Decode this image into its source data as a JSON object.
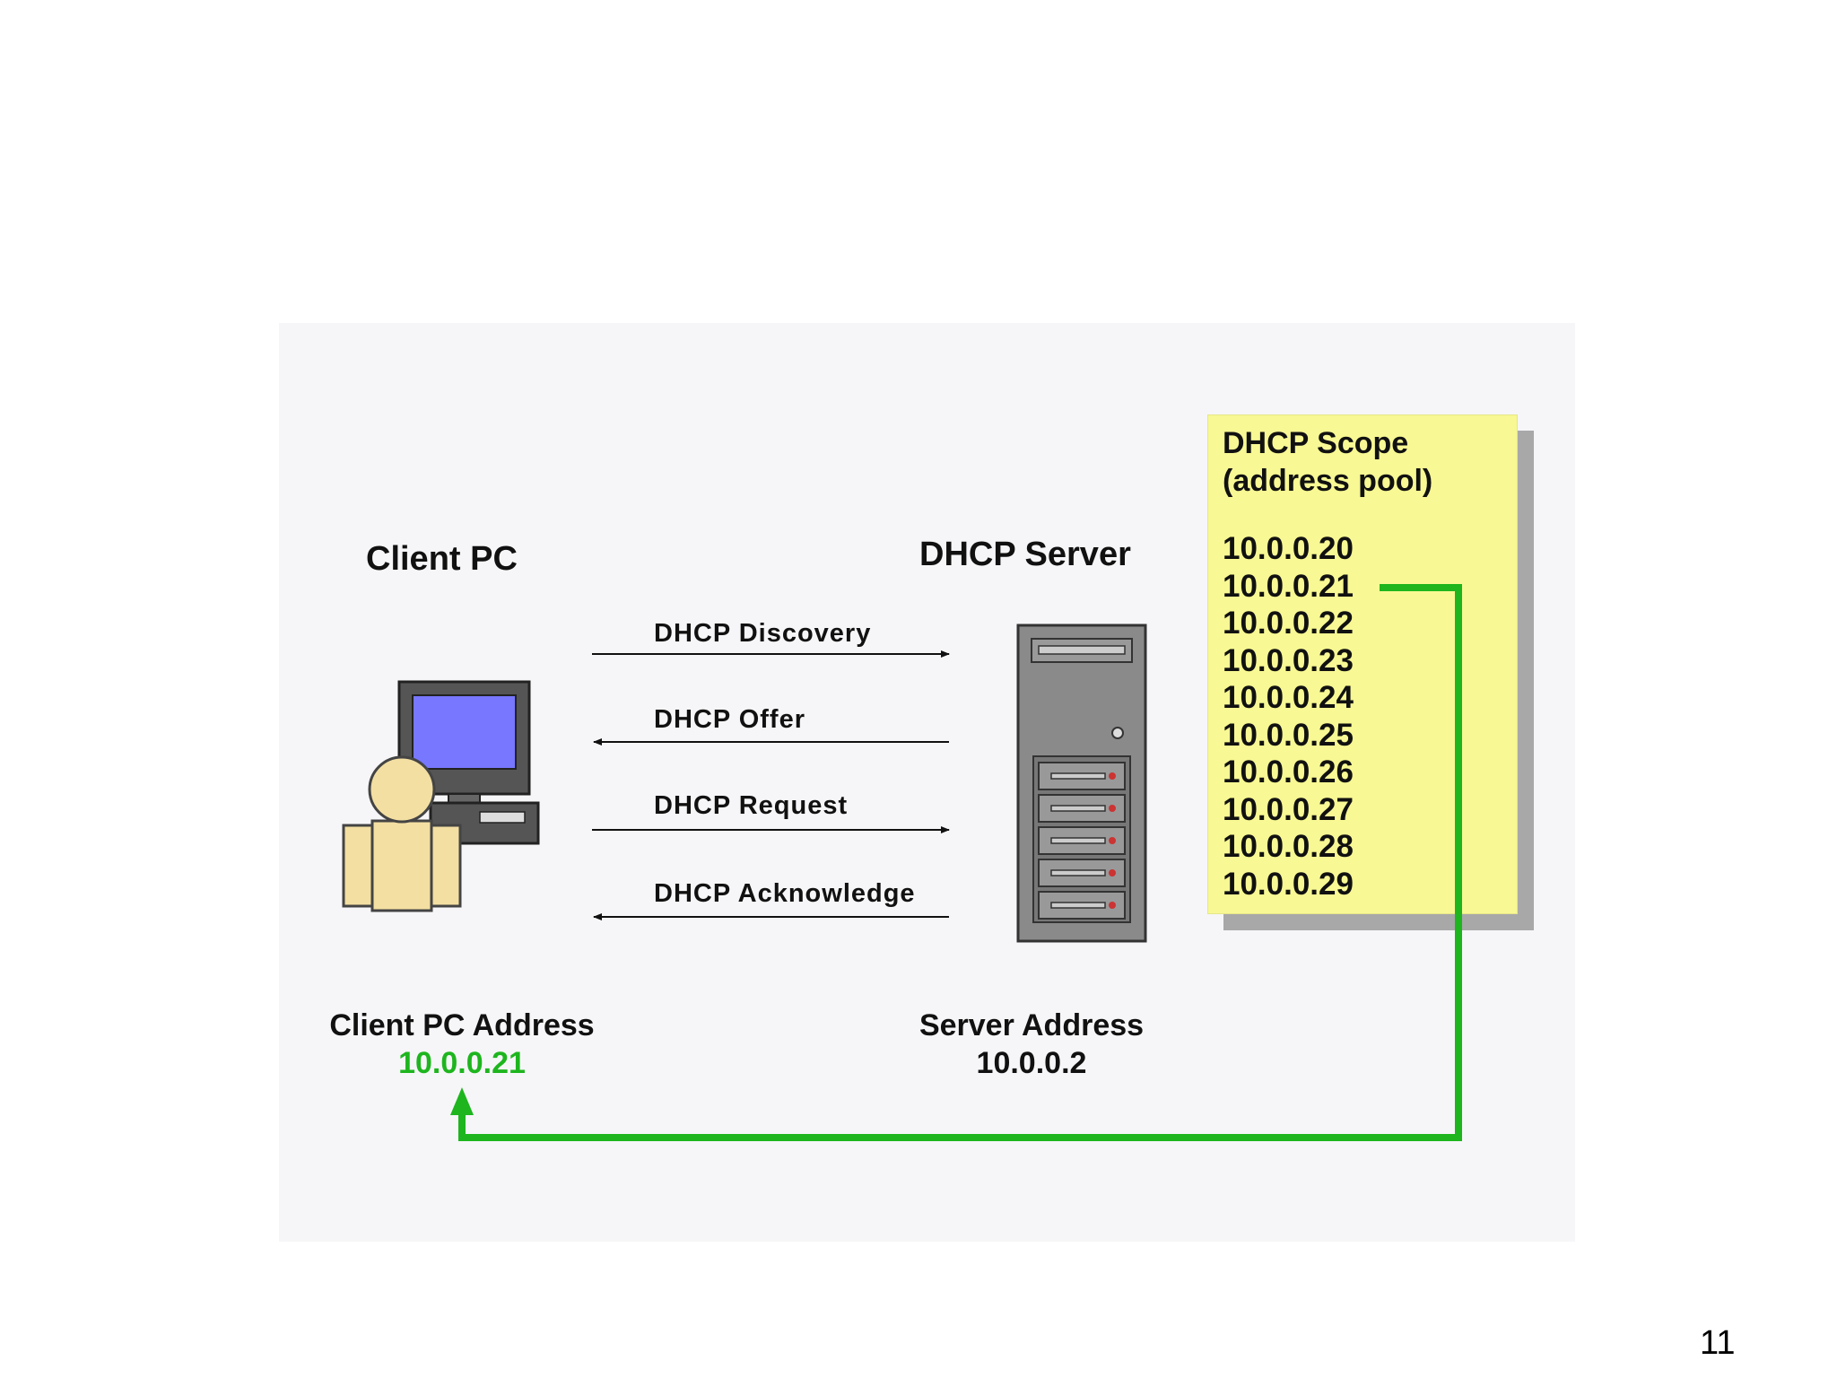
{
  "client": {
    "title": "Client PC",
    "address_label": "Client PC Address",
    "address": "10.0.0.21"
  },
  "server": {
    "title": "DHCP Server",
    "address_label": "Server Address",
    "address": "10.0.0.2"
  },
  "messages": [
    {
      "label": "DHCP Discovery",
      "direction": "to-server"
    },
    {
      "label": "DHCP Offer",
      "direction": "to-client"
    },
    {
      "label": "DHCP Request",
      "direction": "to-server"
    },
    {
      "label": "DHCP Acknowledge",
      "direction": "to-client"
    }
  ],
  "scope": {
    "title_line1": "DHCP Scope",
    "title_line2": "(address pool)",
    "addresses": [
      "10.0.0.20",
      "10.0.0.21",
      "10.0.0.22",
      "10.0.0.23",
      "10.0.0.24",
      "10.0.0.25",
      "10.0.0.26",
      "10.0.0.27",
      "10.0.0.28",
      "10.0.0.29"
    ],
    "assigned": "10.0.0.21"
  },
  "colors": {
    "assigned": "#1eb51e",
    "scope_background": "#f8f894",
    "monitor_screen": "#7777ff"
  },
  "icons": {
    "client": "user-computer-icon",
    "server": "server-tower-icon"
  },
  "page_number": "11"
}
